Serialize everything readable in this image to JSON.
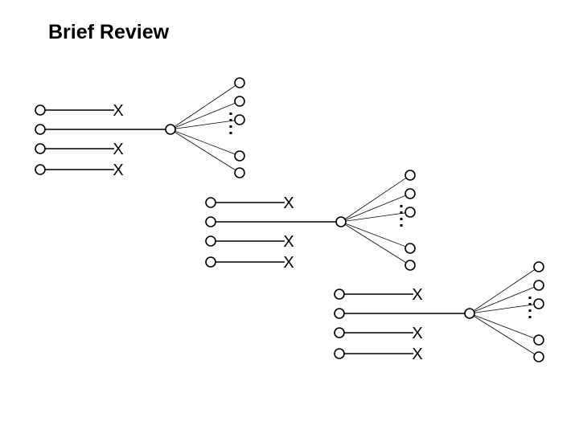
{
  "slide": {
    "title": "Brief Review"
  },
  "diagram": {
    "stages": [
      {
        "inputs": [
          {
            "status": "blocked",
            "marker": "X"
          },
          {
            "status": "selected",
            "marker": ""
          },
          {
            "status": "blocked",
            "marker": "X"
          },
          {
            "status": "blocked",
            "marker": "X"
          }
        ],
        "branch_count": 5
      },
      {
        "inputs": [
          {
            "status": "blocked",
            "marker": "X"
          },
          {
            "status": "selected",
            "marker": ""
          },
          {
            "status": "blocked",
            "marker": "X"
          },
          {
            "status": "blocked",
            "marker": "X"
          }
        ],
        "branch_count": 5
      },
      {
        "inputs": [
          {
            "status": "blocked",
            "marker": "X"
          },
          {
            "status": "selected",
            "marker": ""
          },
          {
            "status": "blocked",
            "marker": "X"
          },
          {
            "status": "blocked",
            "marker": "X"
          }
        ],
        "branch_count": 5
      }
    ],
    "colors": {
      "stroke": "#000000",
      "node_fill": "#ffffff"
    }
  }
}
